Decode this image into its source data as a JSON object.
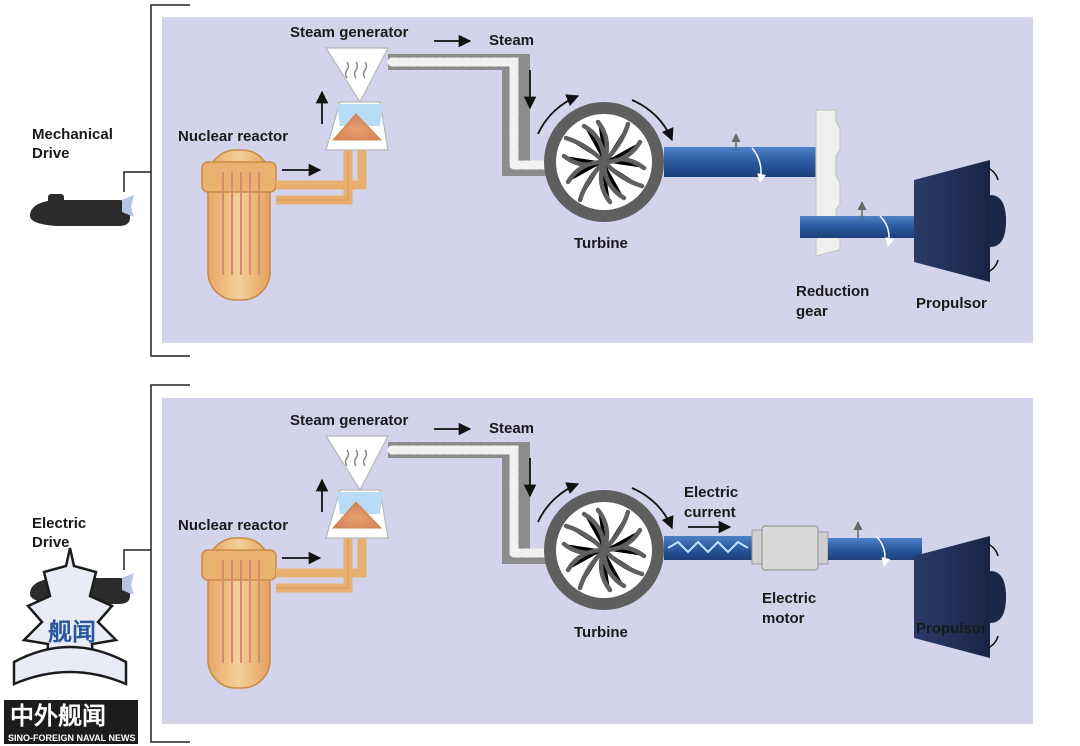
{
  "mechanical": {
    "side_label_line1": "Mechanical",
    "side_label_line2": "Drive",
    "steam_generator": "Steam generator",
    "steam": "Steam",
    "nuclear_reactor": "Nuclear reactor",
    "turbine": "Turbine",
    "reduction_gear_line1": "Reduction",
    "reduction_gear_line2": "gear",
    "propulsor": "Propulsor"
  },
  "electric": {
    "side_label_line1": "Electric",
    "side_label_line2": "Drive",
    "steam_generator": "Steam generator",
    "steam": "Steam",
    "nuclear_reactor": "Nuclear reactor",
    "turbine": "Turbine",
    "electric_current_line1": "Electric",
    "electric_current_line2": "current",
    "electric_motor_line1": "Electric",
    "electric_motor_line2": "motor",
    "propulsor": "Propulsor"
  },
  "watermark": {
    "emblem_text": "舰闻",
    "cn_title": "中外舰闻",
    "en_title": "SINO-FOREIGN NAVAL NEWS"
  },
  "colors": {
    "panel": "#d3d4ec",
    "reactor": "#e8b070",
    "shaft": "#2a5aa0",
    "propulsor": "#1e2d52",
    "pipe": "#8c8c8c"
  }
}
